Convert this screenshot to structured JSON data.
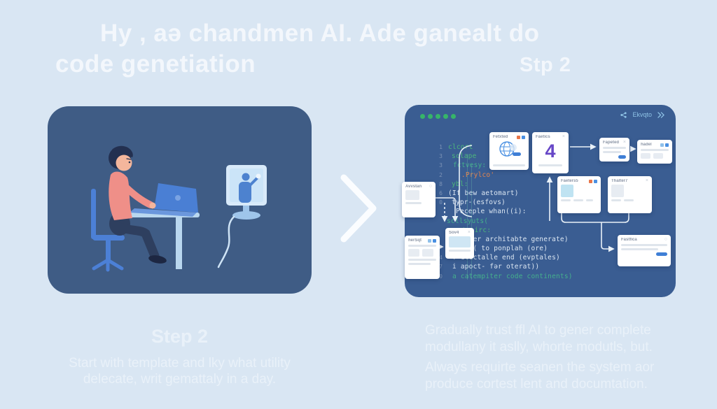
{
  "colors": {
    "background": "#d9e6f3",
    "panel_left": "#3f5c85",
    "panel_right": "#3a5d92",
    "card_bg": "#ffffff",
    "accent_blue": "#4a90e2",
    "accent_orange": "#e8764a",
    "purple": "#6747c7",
    "dot_green": "#36b469",
    "code_green": "#4db87a",
    "code_teal": "#45b08c",
    "code_orange": "#e2854f",
    "code_white": "#dbe6f2",
    "text_light": "#f3f7fc",
    "caption_text": "#e9f1f9"
  },
  "icons": {
    "close_glyph": "×",
    "circle_glyph": "○",
    "window_dot_count": 5
  },
  "header": {
    "title_line1": "Hy , aə chandmen AI. Ade ganealt do",
    "title_line2": "code genetiation",
    "step_label": "Stp 2"
  },
  "left_section": {
    "step_title": "Step 2",
    "caption_lines": [
      "Start with template and lky what utility",
      "delecate, writ gemattaly in a day."
    ]
  },
  "right_section": {
    "editor": {
      "toolbar_label": "Ekvqto",
      "code_lines": [
        {
          "num": "1",
          "text": "clcort",
          "color": "green",
          "indent": 2
        },
        {
          "num": "3",
          "text": "sclape",
          "color": "green",
          "indent": 7
        },
        {
          "num": "3",
          "text": "fctvesy:",
          "color": "teal",
          "indent": 9
        },
        {
          "num": "2",
          "text": "'.Prylco'",
          "color": "orange",
          "indent": 15
        },
        {
          "num": "8",
          "text": "ybl:",
          "color": "green",
          "indent": 7
        },
        {
          "num": "6",
          "text": "(If bew aetomart)",
          "color": "white",
          "indent": 2
        },
        {
          "num": "0",
          "text": "typr-(esfovs)",
          "color": "white",
          "indent": 7
        },
        {
          "num": "",
          "text": "Peceple whan((i):",
          "color": "white",
          "indent": 13
        },
        {
          "num": "",
          "text": "scllsyuts(",
          "color": "teal",
          "indent": 0
        },
        {
          "num": "",
          "text": "autcairc:",
          "color": "green",
          "indent": 10
        },
        {
          "num": "",
          "text": "f aiger architabte generate)",
          "color": "white",
          "indent": 8
        },
        {
          "num": "",
          "text": "taast( to ponplah (ore)",
          "color": "white",
          "indent": 8
        },
        {
          "num": "4",
          "text": "f electalle end (evptales)",
          "color": "white",
          "indent": 8
        },
        {
          "num": "7",
          "text": "i apoct- fər oterat))",
          "color": "white",
          "indent": 8
        },
        {
          "num": "10",
          "text": "a catempiter code continents)",
          "color": "teal",
          "indent": 8
        }
      ],
      "cards": {
        "globe": {
          "title": "Fetxted"
        },
        "four": {
          "title": "Faetics",
          "value": "4"
        },
        "panel_a": {
          "title": "Fapeted"
        },
        "panel_b": {
          "title": "hadel"
        },
        "feature_left": {
          "title": "Faeters5"
        },
        "feature_right": {
          "title": "Thalter7"
        },
        "action": {
          "title": "Fastfica"
        },
        "avatar": {
          "title": "Avvstan"
        },
        "module": {
          "title": "herSqt"
        },
        "preview": {
          "title": "Sov4"
        }
      }
    },
    "caption_para1": [
      "Gradually trust ffl AI to gener complete",
      "modullany it aslly, whorte modutls, but."
    ],
    "caption_para2": [
      "Always requirte seanen the system aor",
      "produce cortest lent and documtation."
    ]
  }
}
